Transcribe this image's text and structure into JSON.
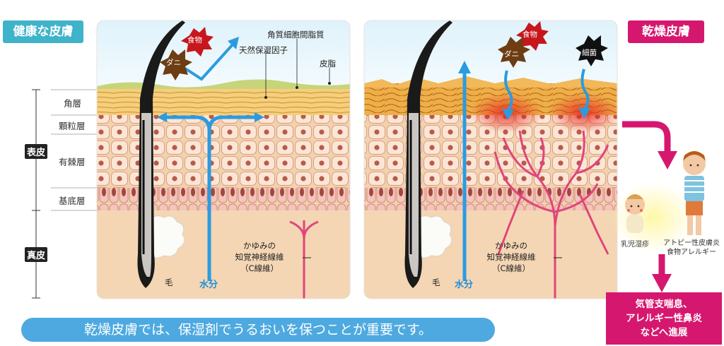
{
  "healthy_label": "健康な皮膚",
  "dry_label": "乾燥皮膚",
  "layers": {
    "stratum_corneum": "角層",
    "granular": "顆粒層",
    "spinous": "有棘層",
    "basal": "基底層",
    "epidermis": "表皮",
    "dermis": "真皮"
  },
  "labels": {
    "food": "食物",
    "mite": "ダニ",
    "bacteria": "細菌",
    "intercellular_lipid": "角質細胞間脂質",
    "nmf": "天然保湿因子",
    "sebum": "皮脂",
    "itch_nerve": "かゆみの\n知覚神経線維\n（C線維）",
    "hair": "毛",
    "water": "水分"
  },
  "children": {
    "infant": "乳児湿疹",
    "older": "アトピー性皮膚炎\n食物アレルギー"
  },
  "outcome": "気管支喘息、\nアレルギー性鼻炎\nなどへ進展",
  "banner": "乾燥皮膚では、保湿剤でうるおいを保つことが重要です。",
  "colors": {
    "healthy": "#3fb3c9",
    "dry": "#d6176f",
    "water": "#2b9be0",
    "nerve": "#e0457a",
    "banner": "#4ea9e0"
  }
}
